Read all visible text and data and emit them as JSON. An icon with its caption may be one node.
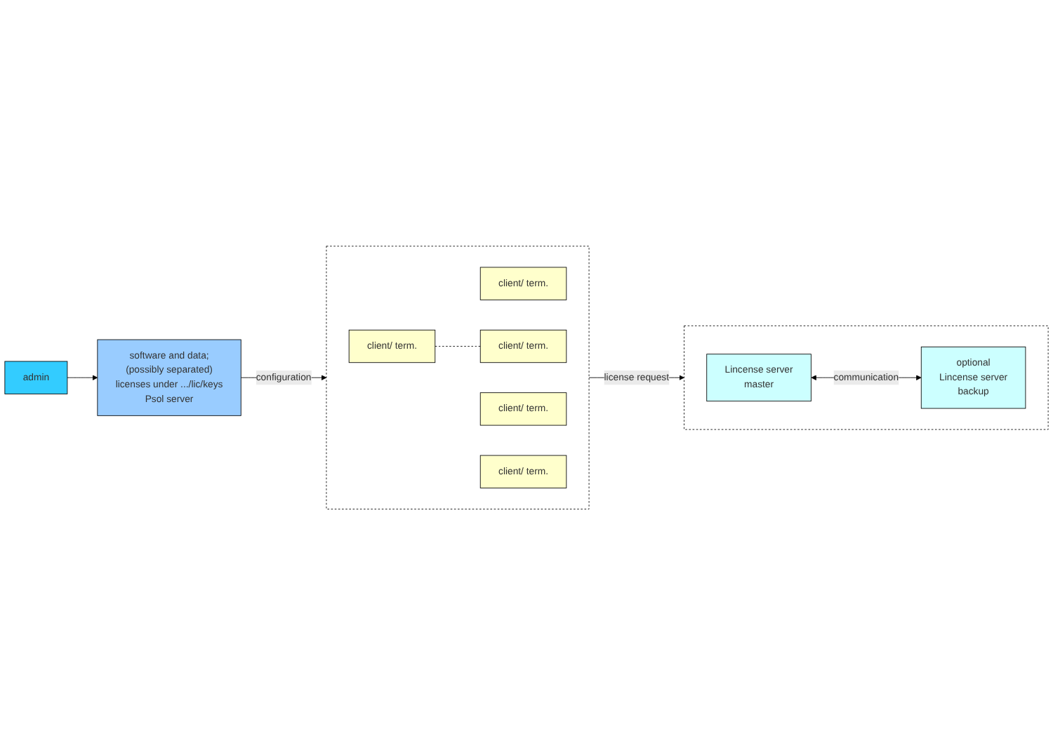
{
  "diagram": {
    "nodes": [
      {
        "text": [
          "admin"
        ]
      },
      {
        "text": [
          "software and data;",
          "(possibly separated)",
          "licenses under .../lic/keys",
          "Psol server"
        ]
      },
      {
        "text": [],
        "shape": "box"
      },
      {
        "text": [
          "Lincense server",
          "master"
        ],
        "in": 2
      },
      {
        "text": [
          "optional",
          "Lincense server",
          "backup"
        ],
        "in": 2
      },
      {
        "text": [],
        "shape": "box"
      },
      {
        "text": [
          "client/ term."
        ],
        "in": 5
      },
      {
        "text": [
          "client/ term."
        ],
        "in": 5
      },
      {
        "text": [
          "client/ term."
        ],
        "in": 5
      },
      {
        "text": [
          "client/ term."
        ],
        "in": 5
      },
      {
        "text": [
          "client/ term."
        ],
        "in": 5
      }
    ],
    "edges": [
      {
        "from": 0,
        "to": 1,
        "arrow": "to"
      },
      {
        "from": 3,
        "to": 4,
        "arrow": "both",
        "label": "communication"
      },
      {
        "from": 1,
        "to": 5,
        "arrow": "to",
        "label": "configuration"
      },
      {
        "from": 5,
        "to": 2,
        "arrow": "to",
        "label": "license request"
      },
      {
        "from": 9,
        "to": 10,
        "arrow": "none",
        "style": "dashed"
      }
    ]
  }
}
